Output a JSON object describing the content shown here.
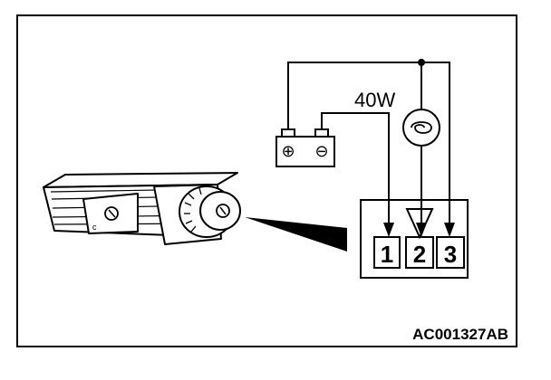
{
  "diagram": {
    "wattage_label": "40W",
    "battery": {
      "positive_symbol": "⊕",
      "negative_symbol": "⊖"
    },
    "terminals": [
      "1",
      "2",
      "3"
    ],
    "figure_code": "AC001327AB"
  },
  "colors": {
    "ink": "#000000",
    "background": "#ffffff"
  }
}
